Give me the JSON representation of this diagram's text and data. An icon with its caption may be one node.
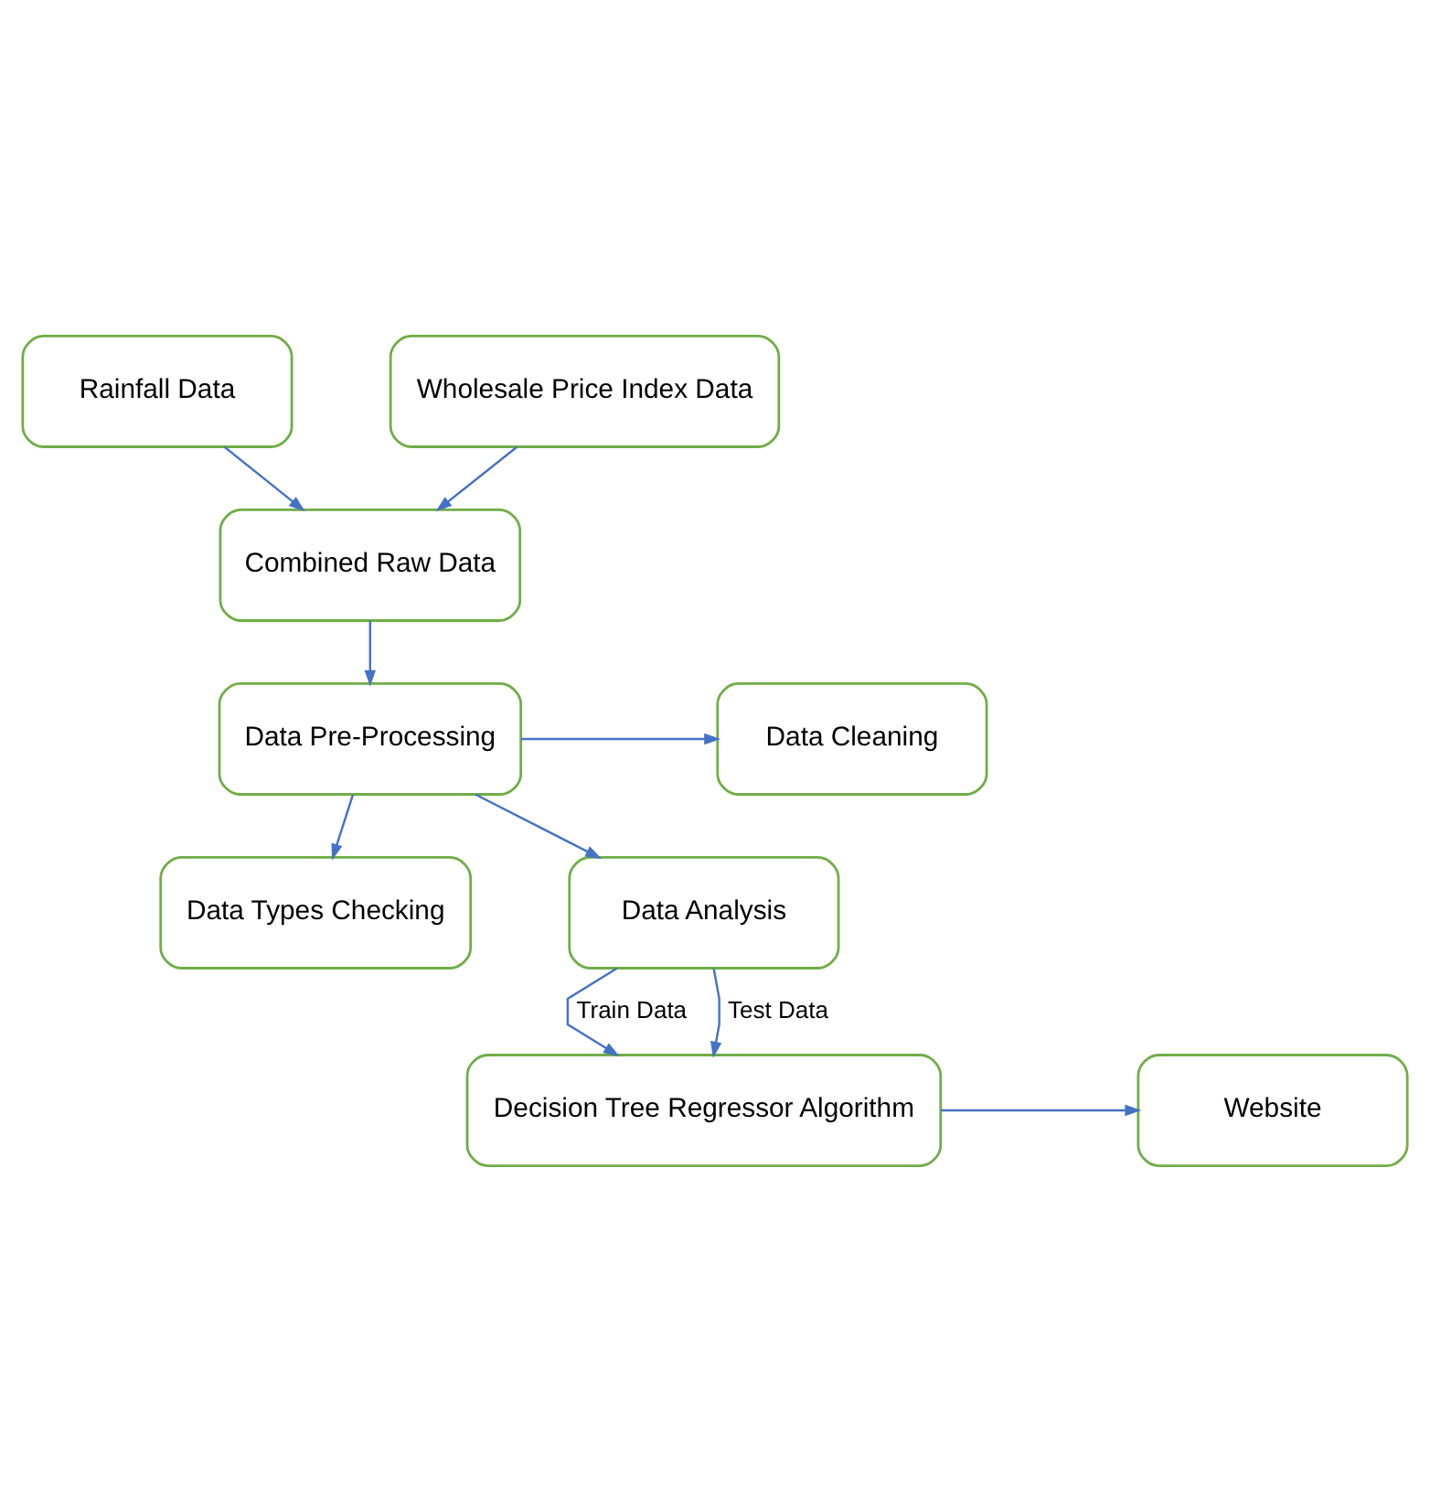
{
  "diagram": {
    "nodes": [
      {
        "text": [
          "Rainfall Data"
        ]
      },
      {
        "text": [
          "Wholesale Price Index Data"
        ]
      },
      {
        "text": [
          "Combined Raw Data"
        ]
      },
      {
        "text": [
          "Data Pre-Processing"
        ]
      },
      {
        "text": [
          "Data Cleaning"
        ]
      },
      {
        "text": [
          "Data Types Checking"
        ]
      },
      {
        "text": [
          "Data Analysis"
        ]
      },
      {
        "text": [
          "Decision Tree Regressor Algorithm"
        ]
      },
      {
        "text": [
          "Website"
        ]
      }
    ],
    "edges": [
      {
        "from": 0,
        "to": 2,
        "arrow": "to"
      },
      {
        "from": 1,
        "to": 2,
        "arrow": "to"
      },
      {
        "from": 2,
        "to": 3,
        "arrow": "to"
      },
      {
        "from": 3,
        "to": 4,
        "arrow": "to"
      },
      {
        "from": 3,
        "to": 5,
        "arrow": "to"
      },
      {
        "from": 3,
        "to": 6,
        "arrow": "to"
      },
      {
        "from": 6,
        "to": 7,
        "arrow": "to",
        "label": "Train Data"
      },
      {
        "from": 6,
        "to": 7,
        "arrow": "to",
        "label": "Test Data"
      },
      {
        "from": 7,
        "to": 8,
        "arrow": "to"
      }
    ]
  }
}
